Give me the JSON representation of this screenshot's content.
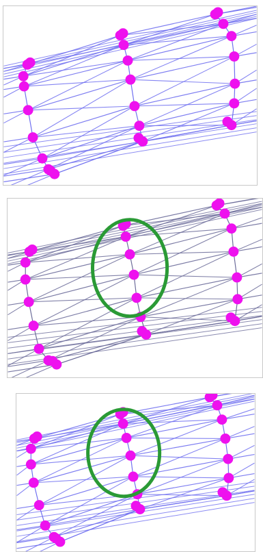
{
  "figure": {
    "panels": [
      {
        "id": "top",
        "mesh_color": "#6f6ff0",
        "node_color": "#ee11ee",
        "highlight": false
      },
      {
        "id": "middle",
        "mesh_color": "#6c6c9a",
        "node_color": "#ee11ee",
        "highlight": true,
        "highlight_color": "#2a9a35"
      },
      {
        "id": "bottom",
        "mesh_color": "#6f6ff0",
        "node_color": "#ee11ee",
        "highlight": true,
        "highlight_color": "#2a9a35"
      }
    ]
  }
}
